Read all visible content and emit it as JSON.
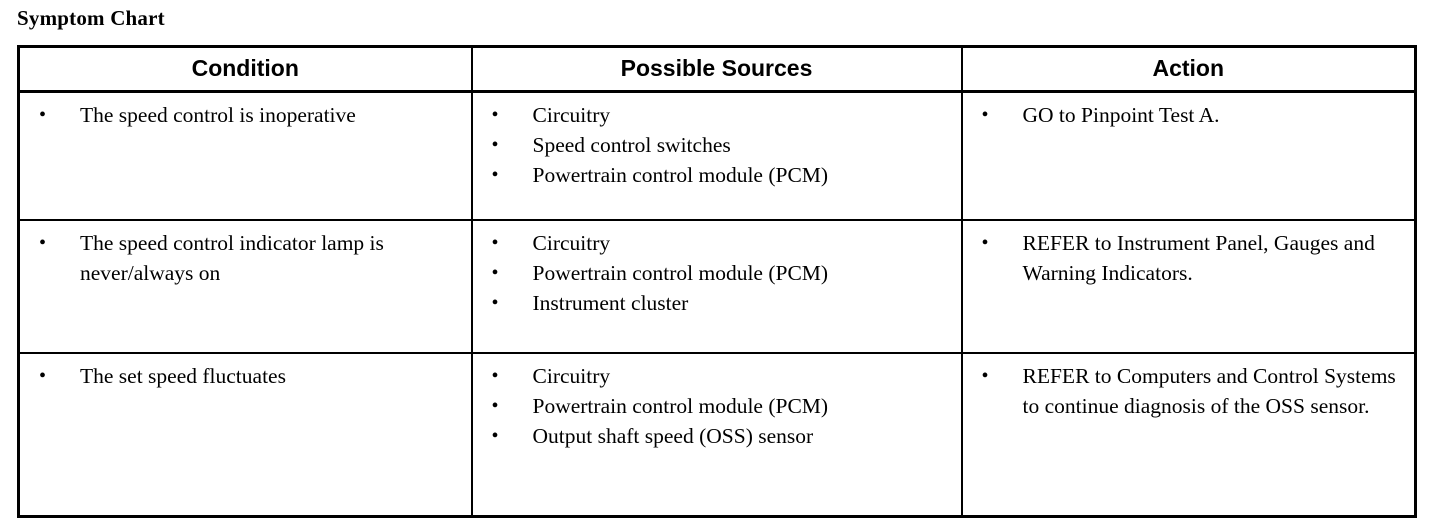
{
  "document": {
    "title": "Symptom Chart"
  },
  "table": {
    "headers": {
      "condition": "Condition",
      "sources": "Possible Sources",
      "action": "Action"
    },
    "bullet_glyph": "•",
    "rows": [
      {
        "condition": [
          "The speed control is inoperative"
        ],
        "sources": [
          "Circuitry",
          "Speed control switches",
          "Powertrain control module (PCM)"
        ],
        "action": [
          "GO to Pinpoint Test A."
        ]
      },
      {
        "condition": [
          "The speed control indicator lamp is never/always on"
        ],
        "sources": [
          "Circuitry",
          "Powertrain control module (PCM)",
          "Instrument cluster"
        ],
        "action": [
          "REFER to Instrument Panel, Gauges and Warning Indicators."
        ]
      },
      {
        "condition": [
          "The set speed fluctuates"
        ],
        "sources": [
          "Circuitry",
          "Powertrain control module (PCM)",
          "Output shaft speed (OSS) sensor"
        ],
        "action": [
          "REFER to Computers and Control Systems  to continue diagnosis of the OSS sensor."
        ]
      }
    ]
  },
  "colors": {
    "text": "#000000",
    "background": "#ffffff",
    "border": "#000000"
  }
}
